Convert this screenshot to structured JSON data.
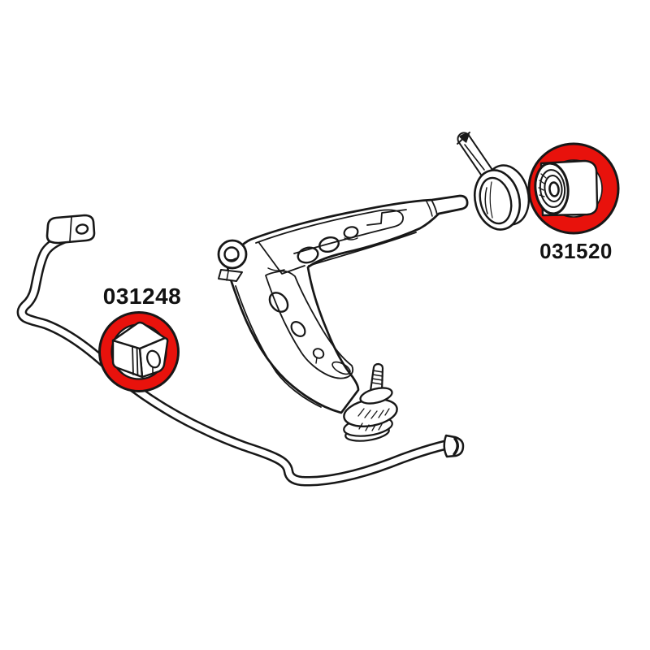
{
  "diagram": {
    "background_color": "#ffffff",
    "line_color": "#171717",
    "label_color": "#121212",
    "highlight_color": "#e8120c",
    "components": [
      "stabilizer-bar",
      "control-arm",
      "ball-joint",
      "bushing-collar",
      "clamp-bracket"
    ],
    "parts": [
      {
        "label": "031248",
        "name": "stabilizer-bar-bushing",
        "highlighted": true
      },
      {
        "label": "031520",
        "name": "control-arm-rear-bushing",
        "highlighted": true
      }
    ]
  }
}
